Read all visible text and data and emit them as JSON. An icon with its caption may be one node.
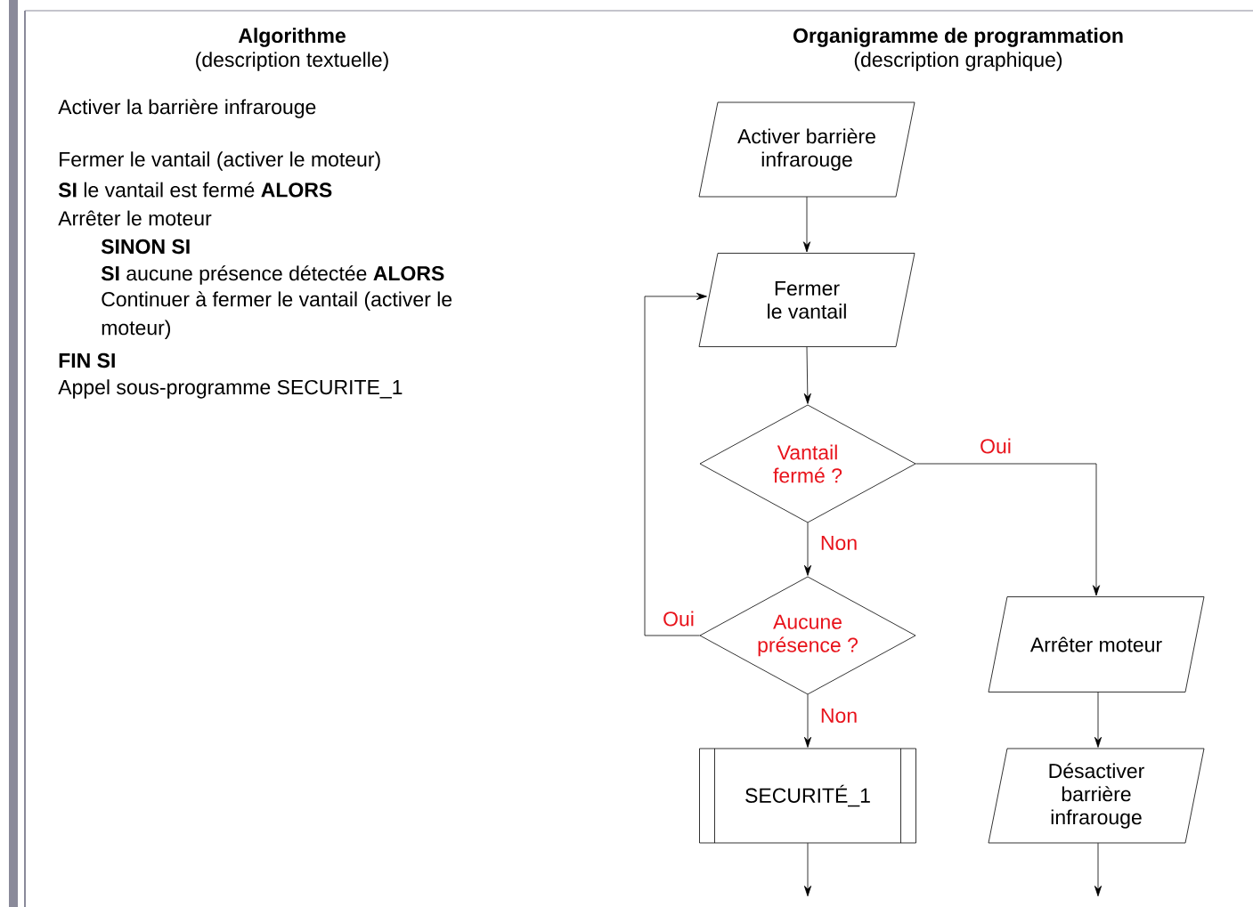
{
  "diagram": {
    "nodes": [
      {
        "text": [
          "Activer barrière infrarouge"
        ]
      },
      {
        "text": [
          "Fermer le vantail"
        ]
      },
      {
        "text": [
          "Vantail fermé ?"
        ]
      },
      {
        "text": [
          "Aucune présence ?"
        ]
      },
      {
        "text": [
          "SECURITÉ_1"
        ]
      },
      {
        "text": [
          "Arrêter moteur"
        ]
      },
      {
        "text": [
          "Désactiver barrière infrarouge"
        ]
      }
    ],
    "edges": [
      {
        "from": 0,
        "to": 1,
        "arrow": "to"
      },
      {
        "from": 1,
        "to": 2,
        "arrow": "to"
      },
      {
        "from": 2,
        "to": 5,
        "arrow": "to",
        "label": "Oui"
      },
      {
        "from": 2,
        "to": 3,
        "arrow": "to",
        "label": "Non"
      },
      {
        "from": 3,
        "to": 1,
        "arrow": "to",
        "label": "Oui"
      },
      {
        "from": 3,
        "to": 4,
        "arrow": "to",
        "label": "Non"
      },
      {
        "from": 4,
        "to": null,
        "arrow": "to"
      },
      {
        "from": 5,
        "to": 6,
        "arrow": "to"
      },
      {
        "from": 6,
        "to": null,
        "arrow": "to"
      }
    ],
    "labels": [
      "Algorithme",
      "(description textuelle)",
      "Organigramme de programmation",
      "(description graphique)",
      "Activer la barrière infrarouge",
      "Fermer le vantail (activer le moteur)",
      "**SI** le vantail est fermé **ALORS**",
      "Arrêter le moteur",
      "SINON SI",
      "**SI** aucune présence détectée **ALORS**",
      "Continuer à fermer le vantail (activer le moteur)",
      "FIN SI",
      "Appel sous-programme SECURITE_1"
    ]
  }
}
